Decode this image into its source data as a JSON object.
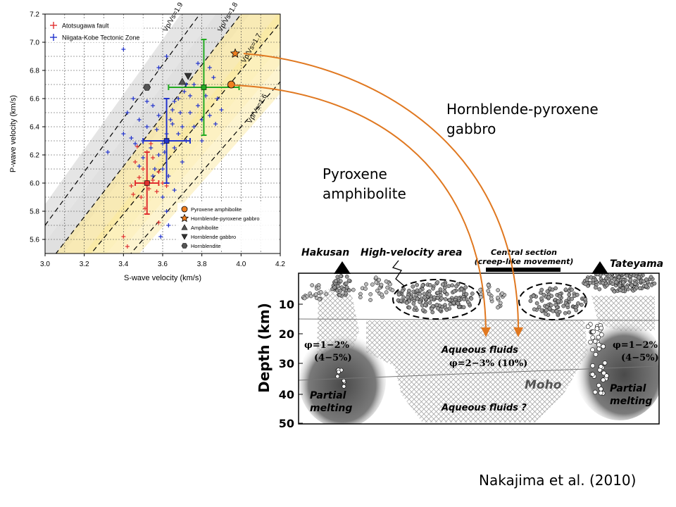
{
  "annotations": {
    "hornblende_line1": "Hornblende-pyroxene",
    "hornblende_line2": "gabbro",
    "pyroxene_line1": "Pyroxene",
    "pyroxene_line2": "amphibolite",
    "citation": "Nakajima et al. (2010)"
  },
  "chart_data": {
    "type": "scatter",
    "xlabel": "S-wave velocity (km/s)",
    "ylabel": "P-wave velocity (km/s)",
    "xlim": [
      3.0,
      4.2
    ],
    "ylim": [
      5.5,
      7.2
    ],
    "xticks": [
      "3.0",
      "3.2",
      "3.4",
      "3.6",
      "3.8",
      "4.0",
      "4.2"
    ],
    "yticks": [
      "5.6",
      "5.8",
      "6.0",
      "6.2",
      "6.4",
      "6.6",
      "6.8",
      "7.0",
      "7.2"
    ],
    "grid": true,
    "legend_top": [
      {
        "name": "Atotsugawa fault",
        "color": "#e03030"
      },
      {
        "name": "Niigata-Kobe Tectonic Zone",
        "color": "#2233cc"
      }
    ],
    "legend_bottom": [
      {
        "name": "Pyroxene amphibolite",
        "marker": "circle",
        "color": "#f08020"
      },
      {
        "name": "Hornblende-pyroxene gabbro",
        "marker": "star",
        "color": "#f08020"
      },
      {
        "name": "Amphibolite",
        "marker": "triangle-up",
        "color": "#555555"
      },
      {
        "name": "Hornblende gabbro",
        "marker": "triangle-down",
        "color": "#333333"
      },
      {
        "name": "Hornblendite",
        "marker": "hexagon",
        "color": "#555555"
      }
    ],
    "vpvs_lines": [
      {
        "label": "Vp/Vs=1.9",
        "ratio": 1.9
      },
      {
        "label": "Vp/Vs=1.8",
        "ratio": 1.8
      },
      {
        "label": "Vp/Vs=1.7",
        "ratio": 1.7
      },
      {
        "label": "Vp/Vs=1.6",
        "ratio": 1.6
      }
    ],
    "rocks": [
      {
        "name": "Pyroxene amphibolite",
        "vs": 3.95,
        "vp": 6.7
      },
      {
        "name": "Hornblende-pyroxene gabbro",
        "vs": 3.97,
        "vp": 6.92
      },
      {
        "name": "Amphibolite",
        "vs": 3.7,
        "vp": 6.72
      },
      {
        "name": "Hornblende gabbro",
        "vs": 3.73,
        "vp": 6.76
      },
      {
        "name": "Hornblendite",
        "vs": 3.52,
        "vp": 6.68
      }
    ],
    "averages": [
      {
        "name": "Atotsugawa fault mean",
        "vs": 3.52,
        "vp": 6.0,
        "vs_err": 0.06,
        "vp_err": 0.22,
        "color": "#e03030"
      },
      {
        "name": "Niigata-Kobe mean",
        "vs": 3.62,
        "vp": 6.3,
        "vs_err": 0.12,
        "vp_err": 0.3,
        "color": "#2233cc"
      },
      {
        "name": "Green mean",
        "vs": 3.81,
        "vp": 6.68,
        "vs_err": 0.18,
        "vp_err": 0.34,
        "color": "#22aa22"
      }
    ],
    "red_points": [
      [
        3.5,
        6.1
      ],
      [
        3.48,
        6.04
      ],
      [
        3.55,
        6.02
      ],
      [
        3.53,
        5.96
      ],
      [
        3.46,
        6.15
      ],
      [
        3.58,
        6.08
      ],
      [
        3.52,
        6.22
      ],
      [
        3.49,
        5.9
      ],
      [
        3.57,
        5.94
      ],
      [
        3.44,
        5.98
      ],
      [
        3.51,
        5.82
      ],
      [
        3.6,
        6.0
      ],
      [
        3.47,
        6.26
      ],
      [
        3.55,
        6.18
      ],
      [
        3.45,
        5.92
      ],
      [
        3.42,
        5.55
      ],
      [
        3.58,
        5.72
      ],
      [
        3.4,
        5.62
      ],
      [
        3.54,
        6.28
      ],
      [
        3.62,
        5.98
      ]
    ],
    "blue_points": [
      [
        3.32,
        6.22
      ],
      [
        3.4,
        6.35
      ],
      [
        3.42,
        6.5
      ],
      [
        3.45,
        6.6
      ],
      [
        3.48,
        6.45
      ],
      [
        3.5,
        6.3
      ],
      [
        3.52,
        6.4
      ],
      [
        3.55,
        6.55
      ],
      [
        3.58,
        6.2
      ],
      [
        3.6,
        6.1
      ],
      [
        3.62,
        6.35
      ],
      [
        3.64,
        6.45
      ],
      [
        3.66,
        6.25
      ],
      [
        3.68,
        6.6
      ],
      [
        3.7,
        6.4
      ],
      [
        3.72,
        6.3
      ],
      [
        3.74,
        6.5
      ],
      [
        3.76,
        6.7
      ],
      [
        3.78,
        6.55
      ],
      [
        3.8,
        6.45
      ],
      [
        3.82,
        6.62
      ],
      [
        3.84,
        6.48
      ],
      [
        3.86,
        6.75
      ],
      [
        3.88,
        6.6
      ],
      [
        3.9,
        6.52
      ],
      [
        3.58,
        6.82
      ],
      [
        3.62,
        6.9
      ],
      [
        3.4,
        6.95
      ],
      [
        3.56,
        6.1
      ],
      [
        3.6,
        5.9
      ],
      [
        3.63,
        6.05
      ],
      [
        3.66,
        5.95
      ],
      [
        3.7,
        6.15
      ],
      [
        3.54,
        6.25
      ],
      [
        3.46,
        6.28
      ],
      [
        3.62,
        5.8
      ],
      [
        3.65,
        6.42
      ],
      [
        3.72,
        6.7
      ],
      [
        3.78,
        6.85
      ],
      [
        3.84,
        6.82
      ],
      [
        3.66,
        6.58
      ],
      [
        3.58,
        6.48
      ],
      [
        3.52,
        6.58
      ],
      [
        3.44,
        6.32
      ],
      [
        3.5,
        6.18
      ],
      [
        3.68,
        6.35
      ],
      [
        3.74,
        6.62
      ],
      [
        3.8,
        6.3
      ],
      [
        3.87,
        6.42
      ],
      [
        3.57,
        6.38
      ],
      [
        3.61,
        6.22
      ],
      [
        3.69,
        6.5
      ],
      [
        3.63,
        5.7
      ],
      [
        3.59,
        5.62
      ],
      [
        3.65,
        6.52
      ],
      [
        3.71,
        6.65
      ],
      [
        3.55,
        6.05
      ],
      [
        3.48,
        6.12
      ],
      [
        3.76,
        6.4
      ],
      [
        3.6,
        6.28
      ]
    ]
  },
  "section": {
    "hakusan": "Hakusan",
    "high_velocity": "High-velocity area",
    "central_line1": "Central section",
    "central_line2": "(creep-like movement)",
    "tateyama": "Tateyama",
    "depth_label": "Depth (km)",
    "depth_ticks": [
      "10",
      "20",
      "30",
      "40",
      "50"
    ],
    "phi_left_1": "φ=1−2%",
    "phi_left_2": "(4−5%)",
    "phi_right_1": "φ=1−2%",
    "phi_right_2": "(4−5%)",
    "aqueous_1": "Aqueous fluids",
    "aqueous_phi": "φ=2−3% (10%)",
    "moho": "Moho",
    "partial_1": "Partial",
    "partial_2": "melting",
    "aqueous_2": "Aqueous fluids ?",
    "arrow_color": "#e07820"
  }
}
